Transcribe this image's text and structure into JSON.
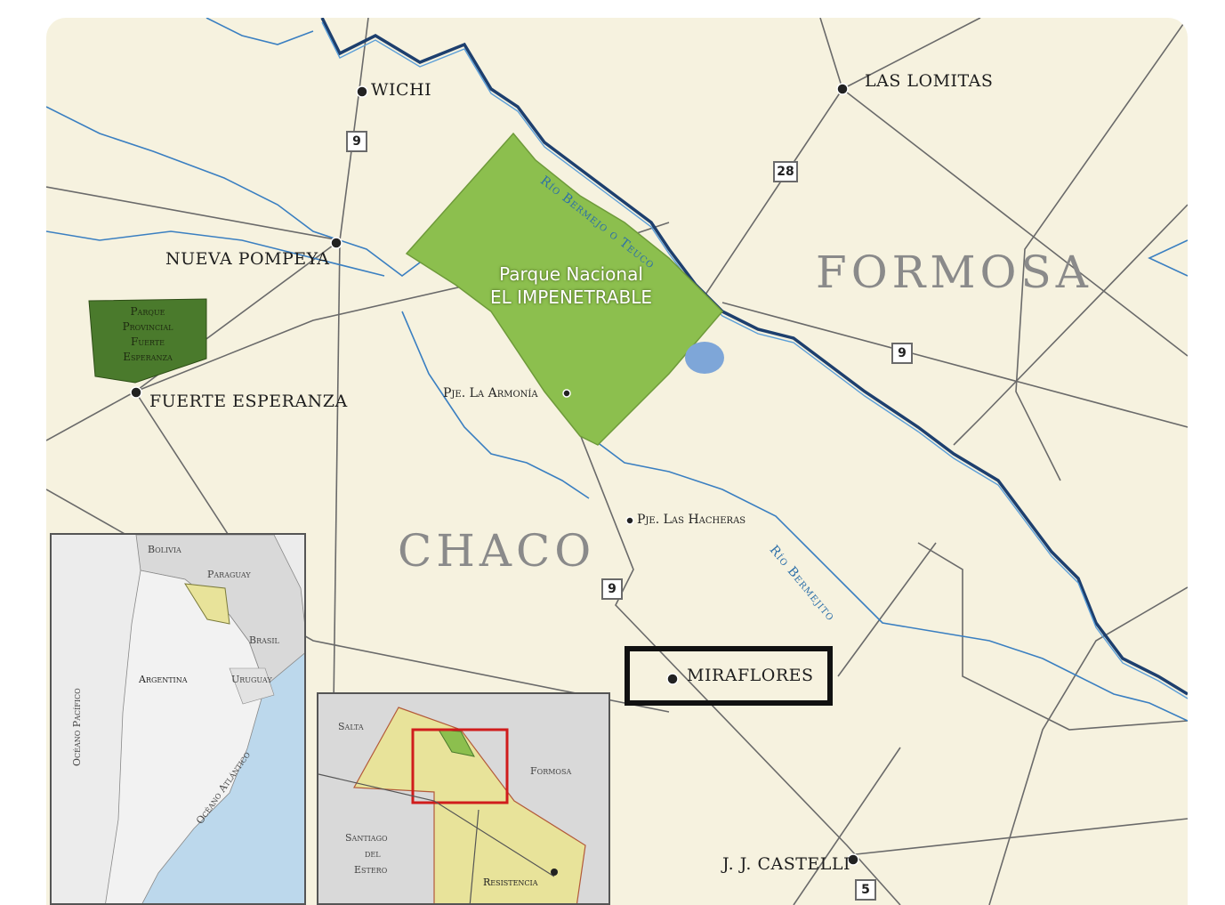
{
  "regions": {
    "formosa": "FORMOSA",
    "chaco": "CHACO"
  },
  "towns": {
    "wichi": "WICHI",
    "las_lomitas": "LAS LOMITAS",
    "nueva_pompeya": "NUEVA POMPEYA",
    "fuerte_esperanza": "FUERTE ESPERANZA",
    "pje_la_armonia": "Pje. La Armonía",
    "pje_las_hacheras": "Pje. Las Hacheras",
    "miraflores": "MIRAFLORES",
    "jj_castelli": "J. J. CASTELLI"
  },
  "rivers": {
    "bermejo_teuco": "Río Bermejo o Teuco",
    "bermejito": "Río Bermejito"
  },
  "park": {
    "line1": "Parque Nacional",
    "line2": "EL IMPENETRABLE"
  },
  "provincial_park": {
    "lines": [
      "Parque",
      "Provincial",
      "Fuerte",
      "Esperanza"
    ]
  },
  "routes": {
    "r9": "9",
    "r28": "28",
    "r5": "5"
  },
  "inset_south_america": {
    "bolivia": "Bolivia",
    "paraguay": "Paraguay",
    "brasil": "Brasil",
    "argentina": "Argentina",
    "uruguay": "Uruguay",
    "pacific": "Océano Pacífico",
    "atlantic": "Océano Atlántico"
  },
  "inset_chaco": {
    "salta": "Salta",
    "formosa": "Formosa",
    "santiago_1": "Santiago",
    "santiago_2": "del",
    "santiago_3": "Estero",
    "resistencia": "Resistencia"
  },
  "colors": {
    "land": "#f6f2df",
    "park": "#8cbf4e",
    "provincial_park": "#4a7a2c",
    "river": "#3a7fc1",
    "highlight": "#111111",
    "inset_box": "#d01c1c"
  }
}
